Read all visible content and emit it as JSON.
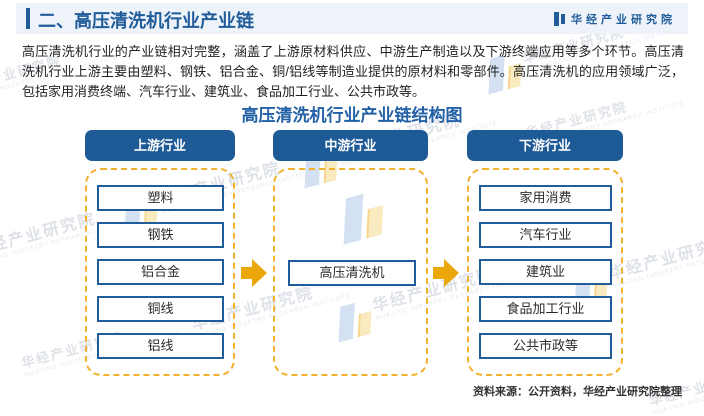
{
  "header": {
    "title": "二、高压清洗机行业产业链",
    "brand_name": "华经产业研究院"
  },
  "intro": "高压清洗机行业的产业链相对完整，涵盖了上游原材料供应、中游生产制造以及下游终端应用等多个环节。高压清洗机行业上游主要由塑料、钢铁、铝合金、铜/铝线等制造业提供的原材料和零部件。高压清洗机的应用领域广泛，包括家用消费终端、汽车行业、建筑业、食品加工行业、公共市政等。",
  "diagram": {
    "title": "高压清洗机行业产业链结构图",
    "columns": [
      {
        "key": "upstream",
        "header": "上游行业",
        "items": [
          "塑料",
          "钢铁",
          "铝合金",
          "铜线",
          "铝线"
        ]
      },
      {
        "key": "midstream",
        "header": "中游行业",
        "items": [
          "高压清洗机"
        ]
      },
      {
        "key": "downstream",
        "header": "下游行业",
        "items": [
          "家用消费",
          "汽车行业",
          "建筑业",
          "食品加工行业",
          "公共市政等"
        ]
      }
    ]
  },
  "source_note": "资料来源：公开资料，华经产业研究院整理",
  "watermark": {
    "text": "华经产业研究院",
    "subtext": "HUAJING INDUSTRY RESEARCH INSTITUTE"
  },
  "colors": {
    "primary_blue": "#1f5c99",
    "title_blue": "#2360a5",
    "dashed_gold": "#f2b22e",
    "arrow_gold": "#eba70a",
    "band_bg": "#eef3fa"
  }
}
